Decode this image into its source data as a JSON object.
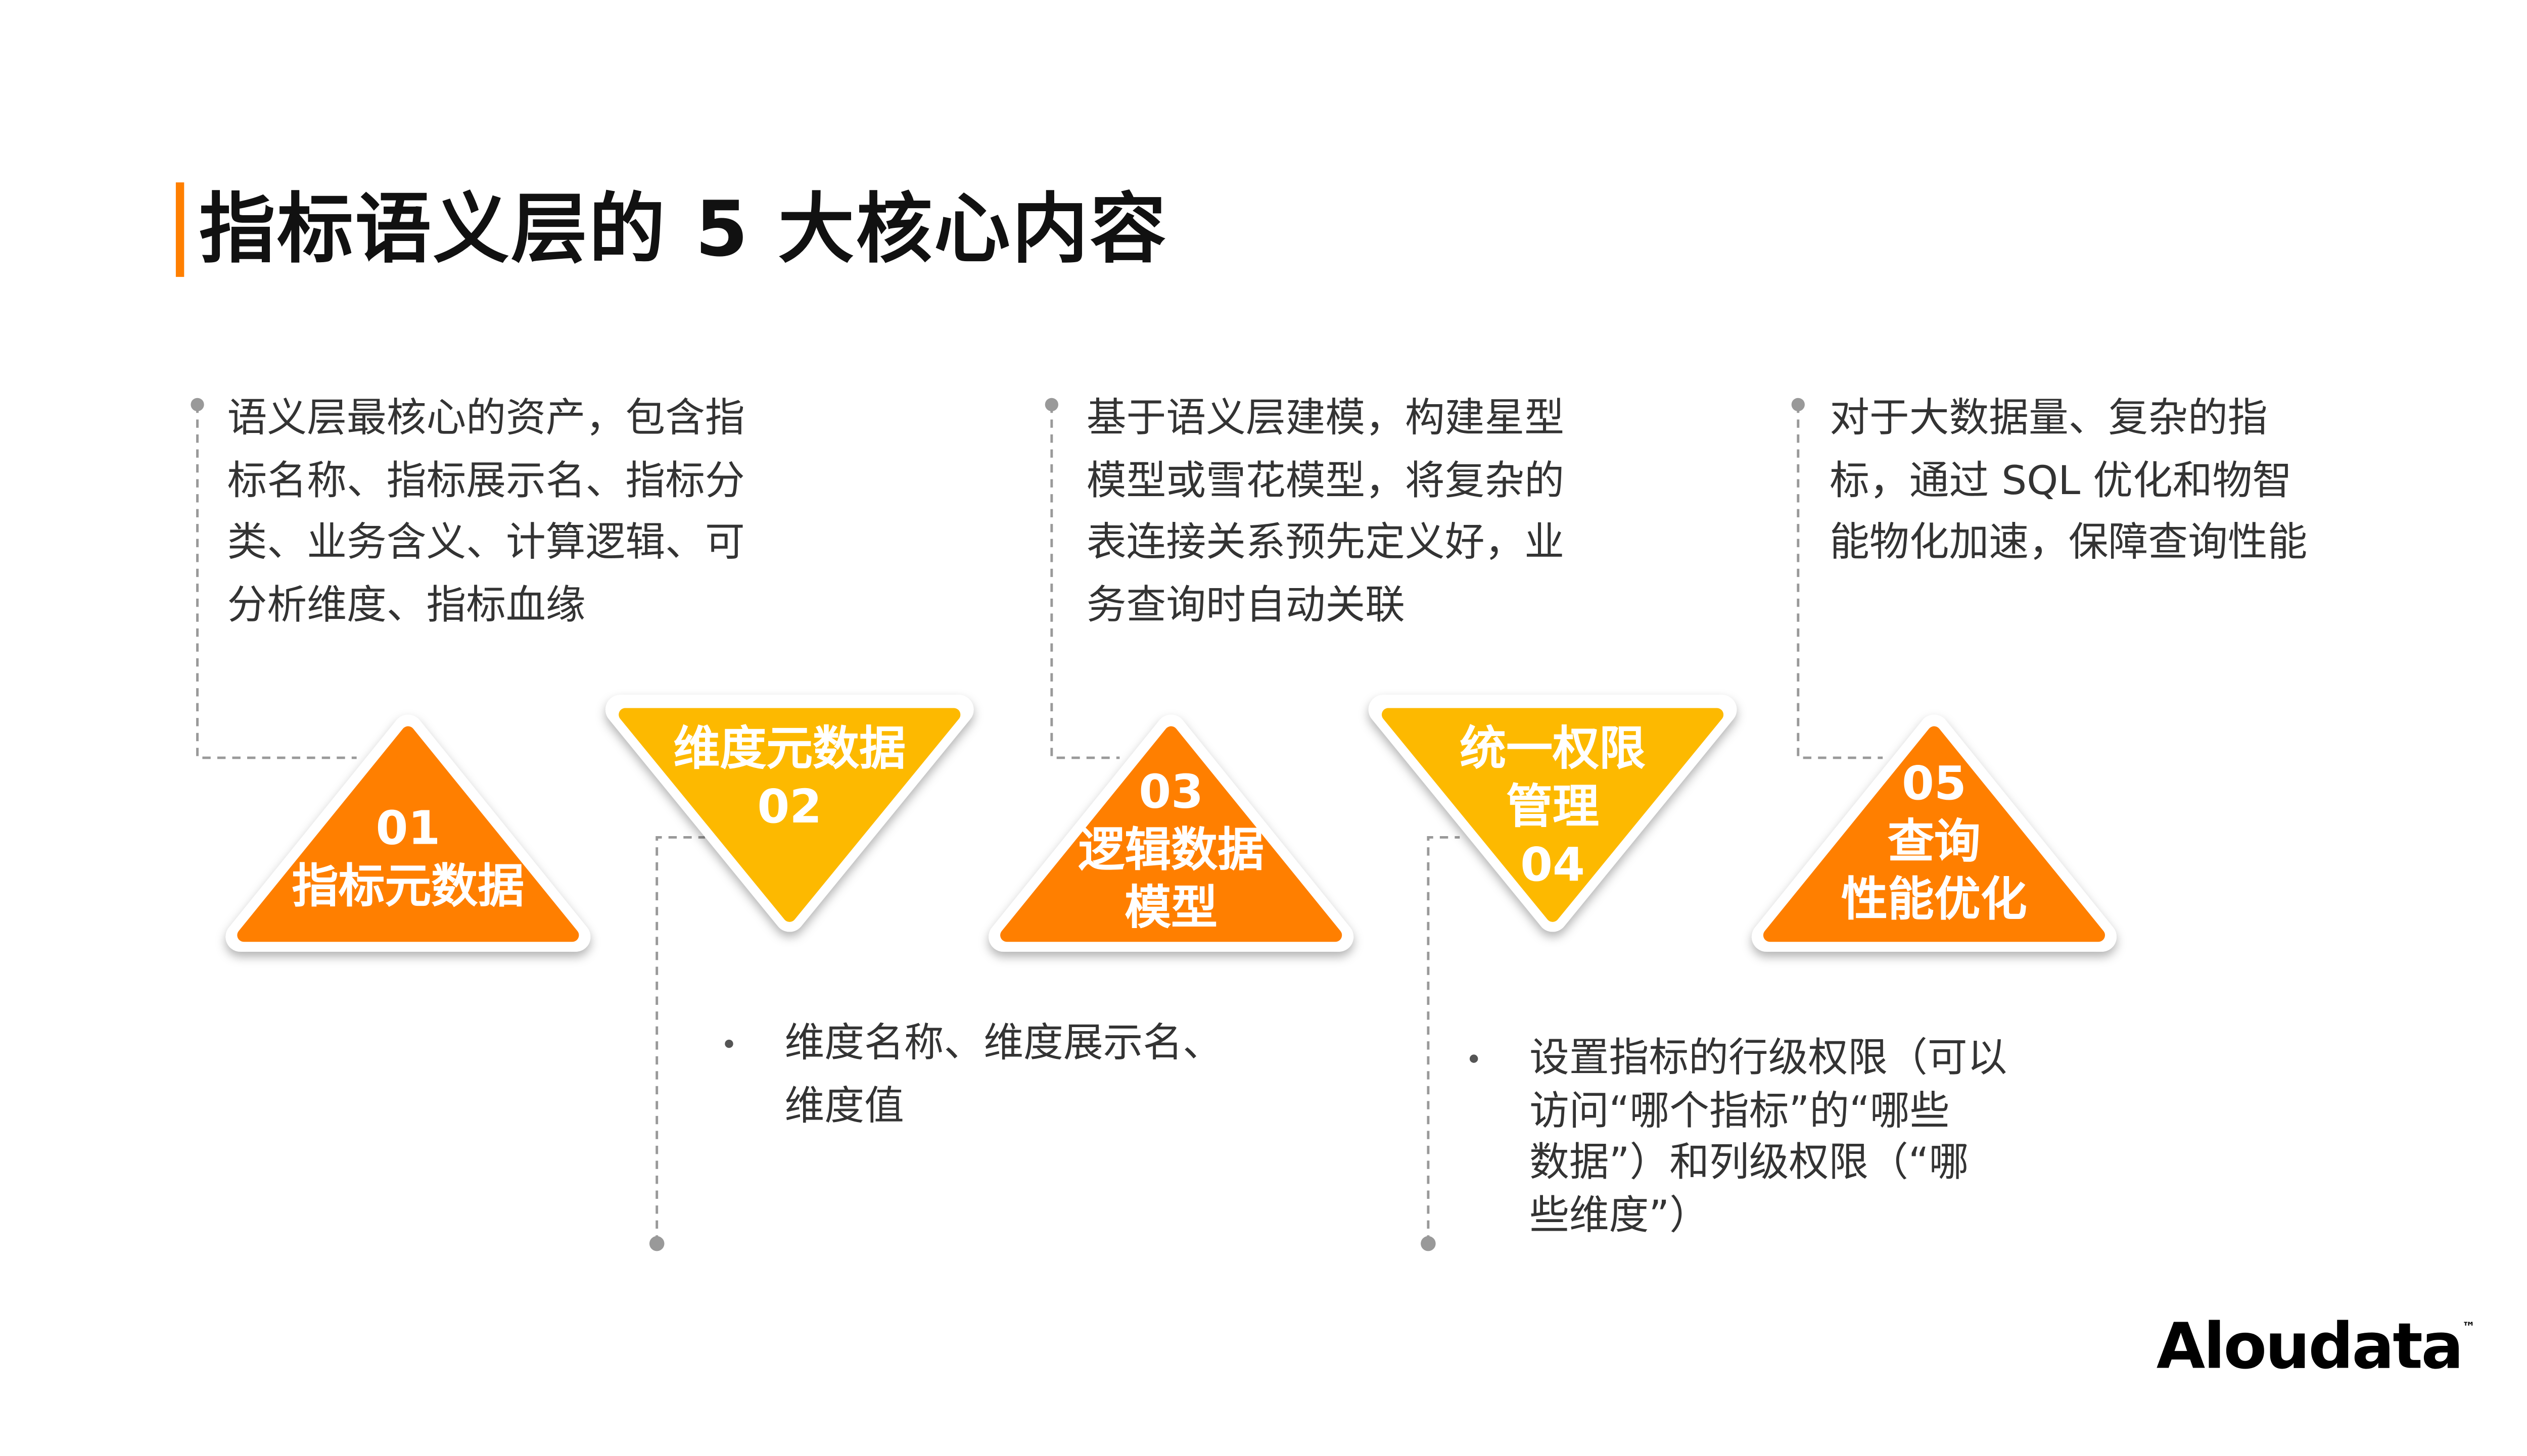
{
  "title": "指标语义层的 5 大核心内容",
  "colors": {
    "accent": "#FF7F00",
    "yellow": "#FDB900",
    "text": "#333333",
    "dash": "#999999"
  },
  "items": [
    {
      "number": "01",
      "label": "指标元数据",
      "direction": "up",
      "color": "#FF7F00",
      "description": [
        "语义层最核心的资产，包含指",
        "标名称、指标展示名、指标分",
        "类、业务含义、计算逻辑、可",
        "分析维度、指标血缘"
      ]
    },
    {
      "number": "02",
      "label": "维度元数据",
      "direction": "down",
      "color": "#FDB900",
      "description": [
        "维度名称、维度展示名、",
        "维度值"
      ]
    },
    {
      "number": "03",
      "label_lines": [
        "逻辑数据",
        "模型"
      ],
      "direction": "up",
      "color": "#FF7F00",
      "description": [
        "基于语义层建模，构建星型",
        "模型或雪花模型，将复杂的",
        "表连接关系预先定义好，业",
        "务查询时自动关联"
      ]
    },
    {
      "number": "04",
      "label_lines": [
        "统一权限",
        "管理"
      ],
      "direction": "down",
      "color": "#FDB900",
      "description": [
        "设置指标的行级权限（可以",
        "访问“哪个指标”的“哪些",
        "数据”）和列级权限（“哪",
        "些维度”）"
      ]
    },
    {
      "number": "05",
      "label_lines": [
        "查询",
        "性能优化"
      ],
      "direction": "up",
      "color": "#FF7F00",
      "description": [
        "对于大数据量、复杂的指",
        "标，通过 SQL 优化和物智",
        "能物化加速，保障查询性能"
      ]
    }
  ],
  "logo": {
    "text": "Aloudata",
    "tm": "™"
  }
}
